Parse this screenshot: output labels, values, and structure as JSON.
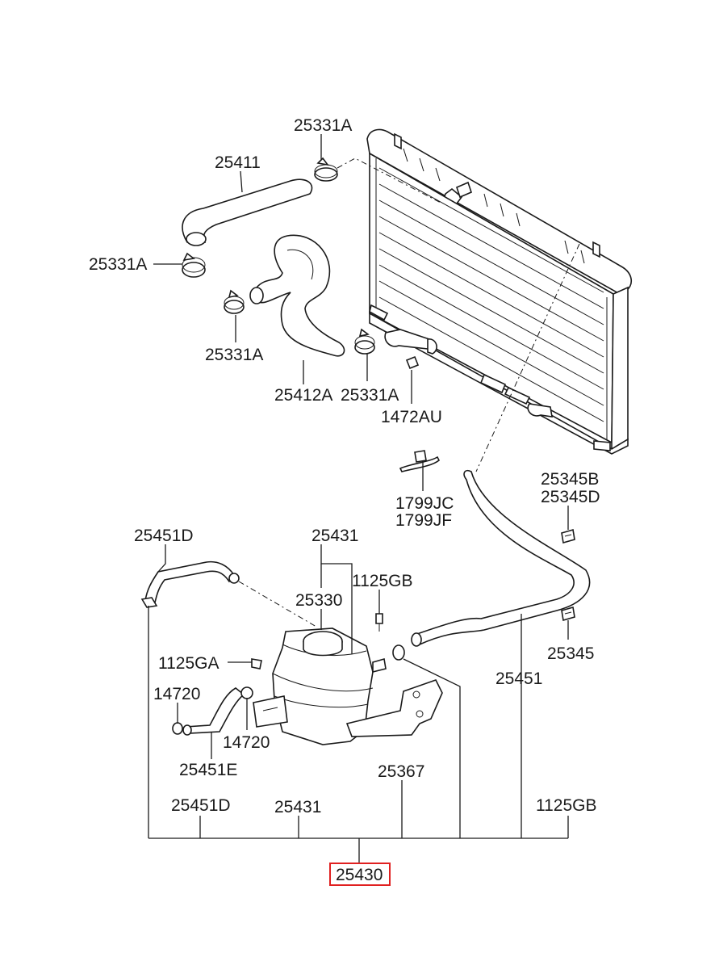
{
  "labels": {
    "clamp_top": "25331A",
    "upper_hose": "25411",
    "clamp_left": "25331A",
    "clamp_mid": "25331A",
    "lower_hose": "25412A",
    "clamp_lower": "25331A",
    "bolt_radiator": "1472AU",
    "clip_radiator": "1799JC",
    "clip_radiator_alt": "1799JF",
    "clip_b": "25345B",
    "clip_d": "25345D",
    "clip_plain": "25345",
    "hose_d_top": "25451D",
    "reservoir_top": "25431",
    "bolt_gb_top": "1125GB",
    "cap": "25330",
    "screw_ga": "1125GA",
    "clamp_14720_a": "14720",
    "clamp_14720_b": "14720",
    "hose_e": "25451E",
    "overflow_hose": "25451",
    "bracket": "25367",
    "hose_d_bottom": "25451D",
    "reservoir_bottom": "25431",
    "bolt_gb_bottom": "1125GB",
    "assembly": "25430"
  },
  "colors": {
    "line": "#1a1a1a",
    "highlight_box": "#e02020",
    "background": "#ffffff"
  }
}
